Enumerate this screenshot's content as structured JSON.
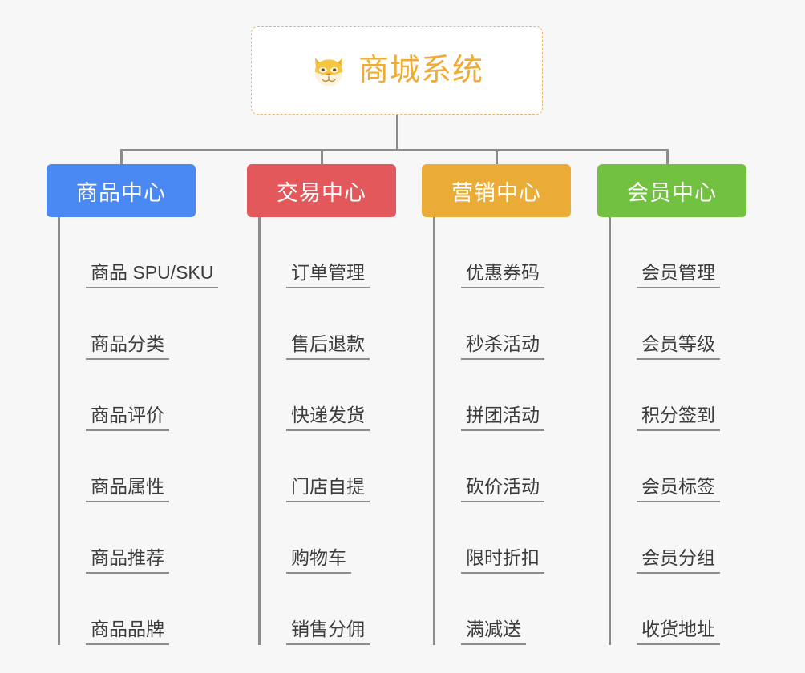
{
  "page": {
    "background_color": "#f7f7f7",
    "type": "org-chart"
  },
  "root": {
    "title": "商城系统",
    "icon": "shiba-dog-face-icon",
    "text_color": "#efab34",
    "border_color": "#e8b766",
    "background_color": "#ffffff"
  },
  "connector_color": "#8c8c8c",
  "branches": [
    {
      "label": "商品中心",
      "color": "#4a89f3",
      "items": [
        "商品 SPU/SKU",
        "商品分类",
        "商品评价",
        "商品属性",
        "商品推荐",
        "商品品牌"
      ]
    },
    {
      "label": "交易中心",
      "color": "#e2585b",
      "items": [
        "订单管理",
        "售后退款",
        "快递发货",
        "门店自提",
        "购物车",
        "销售分佣"
      ]
    },
    {
      "label": "营销中心",
      "color": "#eaab37",
      "items": [
        "优惠券码",
        "秒杀活动",
        "拼团活动",
        "砍价活动",
        "限时折扣",
        "满减送"
      ]
    },
    {
      "label": "会员中心",
      "color": "#73c141",
      "items": [
        "会员管理",
        "会员等级",
        "积分签到",
        "会员标签",
        "会员分组",
        "收货地址"
      ]
    }
  ]
}
